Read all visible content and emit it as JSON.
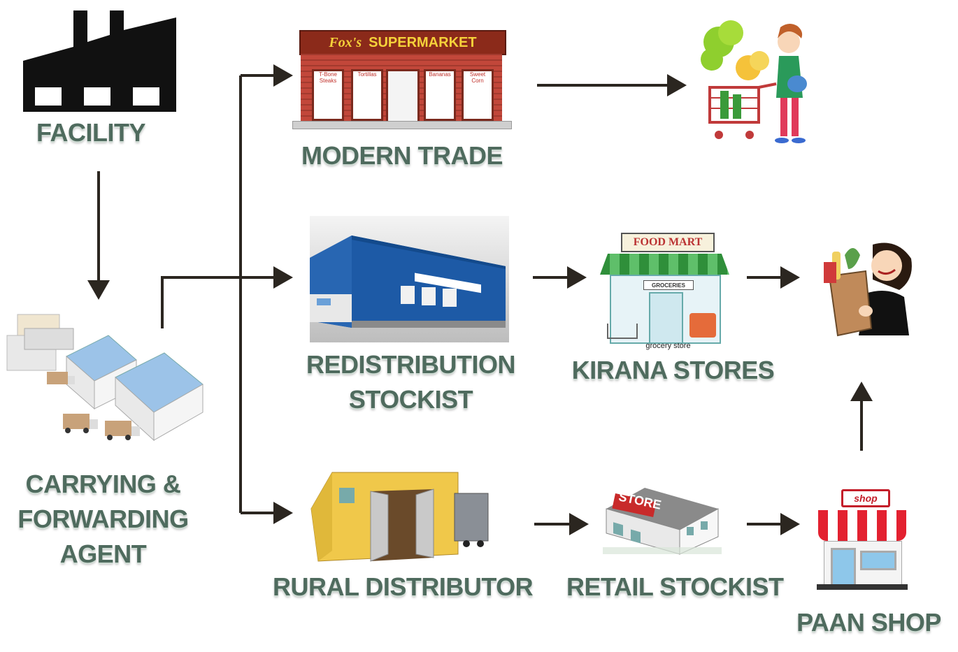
{
  "labels": {
    "facility": "FACILITY",
    "cfa_line1": "CARRYING &",
    "cfa_line2": "FORWARDING",
    "cfa_line3": "AGENT",
    "modern_trade": "MODERN TRADE",
    "redistribution_line1": "REDISTRIBUTION",
    "redistribution_line2": "STOCKIST",
    "rural_distributor": "RURAL DISTRIBUTOR",
    "kirana_stores": "KIRANA STORES",
    "retail_stockist": "RETAIL STOCKIST",
    "paan_shop": "PAAN SHOP"
  },
  "signage": {
    "supermarket_name": "Fox's",
    "supermarket_word": "SUPERMARKET",
    "windows": [
      "T-Bone Steaks",
      "Tortillas",
      "Bananas",
      "Sweet Corn"
    ],
    "food_mart": "FOOD MART",
    "groceries": "GROCERIES",
    "grocery_store": "grocery store",
    "store": "STORE",
    "shop": "shop"
  },
  "icons": {
    "facility": "factory-icon",
    "cfa": "warehouses-trucks-icon",
    "modern_trade": "supermarket-icon",
    "shopper": "shopper-cart-icon",
    "redistribution": "blue-warehouse-icon",
    "kirana": "grocery-store-icon",
    "consumer": "consumer-grocery-bag-icon",
    "rural": "yellow-warehouse-icon",
    "retail": "store-building-icon",
    "paan": "shop-awning-icon"
  },
  "colors": {
    "label_text": "#4f6b5e",
    "arrow": "#2b2620"
  }
}
